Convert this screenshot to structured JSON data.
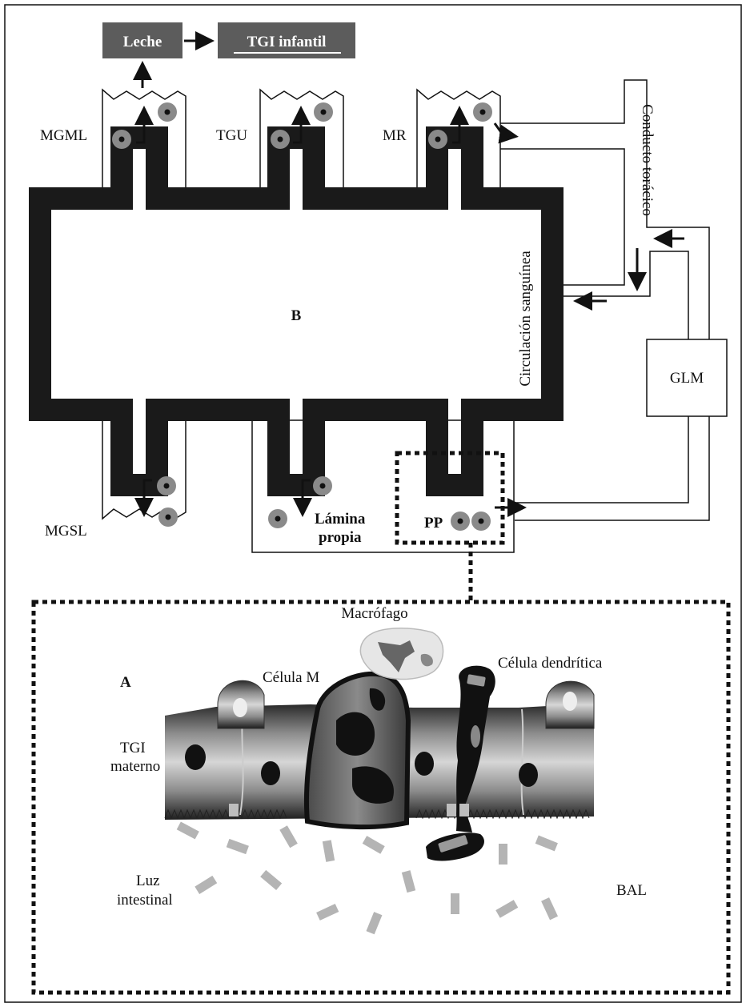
{
  "labels": {
    "leche": "Leche",
    "tgi_infantil": "TGI infantil",
    "mgml": "MGML",
    "tgu": "TGU",
    "mr": "MR",
    "b": "B",
    "circulacion": "Circulación sanguínea",
    "conducto": "Conducto torácico",
    "glm": "GLM",
    "mgsl": "MGSL",
    "lamina1": "Lámina",
    "lamina2": "propia",
    "pp": "PP",
    "macrofago": "Macrófago",
    "celula_m": "Célula M",
    "celula_dendritica": "Célula dendrítica",
    "a": "A",
    "tgi_materno1": "TGI",
    "tgi_materno2": "materno",
    "luz1": "Luz",
    "luz2": "intestinal",
    "bal": "BAL"
  },
  "colors": {
    "dark_box": "#5c5c5c",
    "vessel": "#1a1a1a",
    "cell_fill": "#8a8a8a",
    "tissue_mid": "#7a7a7a",
    "bacteria": "#b4b4b4"
  }
}
